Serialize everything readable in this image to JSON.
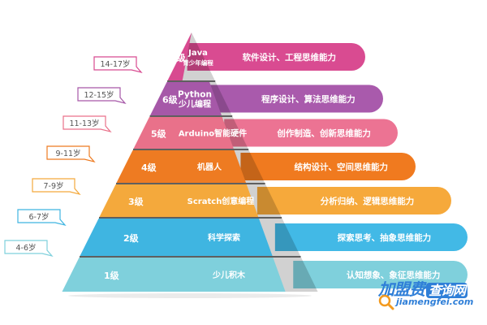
{
  "levels": [
    {
      "age": "4-6岁",
      "level": "1级",
      "course": "少儿积木",
      "course_sub": "",
      "ability": "认知想象、象征思维能力",
      "color": "#7fd0dc",
      "bar": "#7fd0dc"
    },
    {
      "age": "6-7岁",
      "level": "2级",
      "course": "科学探索",
      "course_sub": "",
      "ability": "探索思考、抽象思维能力",
      "color": "#3fb5e1",
      "bar": "#42b9e6"
    },
    {
      "age": "7-9岁",
      "level": "3级",
      "course": "Scratch创意编程",
      "course_sub": "",
      "ability": "分析归纳、逻辑思维能力",
      "color": "#f4a93c",
      "bar": "#f6a93b"
    },
    {
      "age": "9-11岁",
      "level": "4级",
      "course": "机器人",
      "course_sub": "",
      "ability": "结构设计、空间思维能力",
      "color": "#ee7b22",
      "bar": "#f07a1f"
    },
    {
      "age": "11-13岁",
      "level": "5级",
      "course": "Arduino智能硬件",
      "course_sub": "",
      "ability": "创作制造、创新思维能力",
      "color": "#e9718a",
      "bar": "#ec7393"
    },
    {
      "age": "12-15岁",
      "level": "6级",
      "course": "Python",
      "course_sub": "少儿编程",
      "ability": "程序设计、算法思维能力",
      "color": "#a658a8",
      "bar": "#a95aac"
    },
    {
      "age": "14-17岁",
      "level": "7级",
      "course": "Java",
      "course_sub": "青少年编程",
      "ability": "软件设计、工程思维能力",
      "color": "#d84a90",
      "bar": "#d94b91"
    }
  ],
  "watermark": {
    "name_a": "加盟费",
    "name_b": "查询网",
    "url": "jiamengfei.com",
    "color": "#2f7fd8"
  }
}
